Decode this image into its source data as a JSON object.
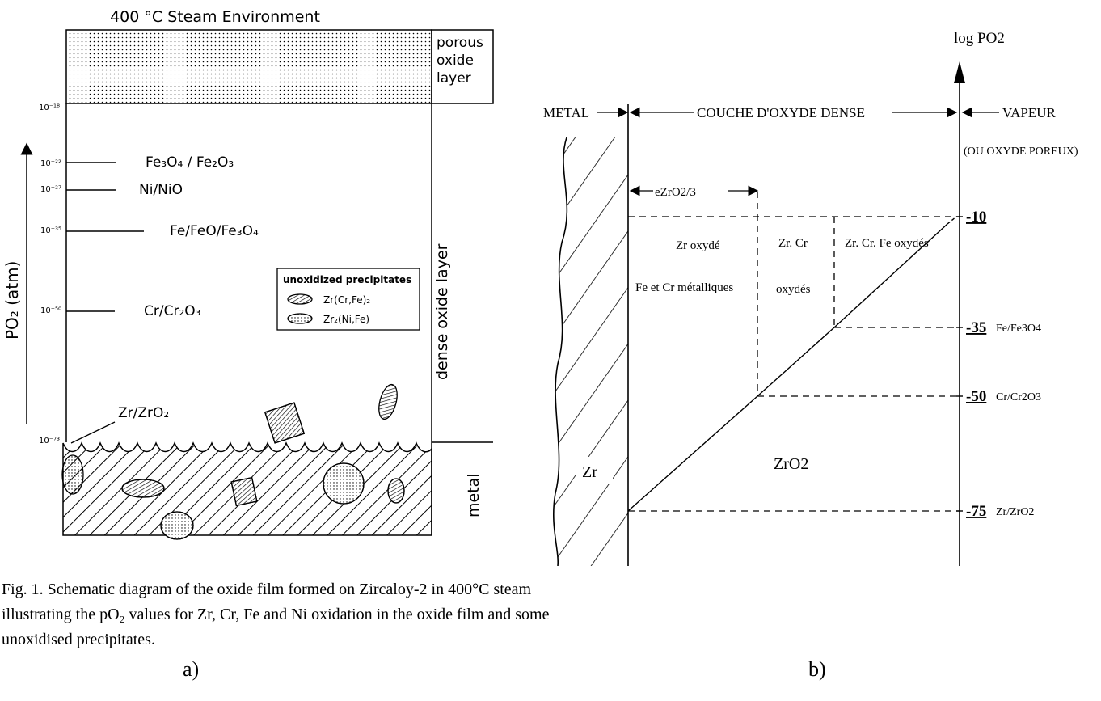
{
  "panel_a": {
    "title": "400 °C Steam Environment",
    "right_labels": {
      "porous": [
        "porous",
        "oxide",
        "layer"
      ],
      "dense": "dense oxide layer",
      "metal": "metal"
    },
    "y_axis_label": "PO₂ (atm)",
    "pressure_ticks": [
      {
        "text": "10⁻¹⁸"
      },
      {
        "text": "10⁻²²"
      },
      {
        "text": "10⁻²⁷"
      },
      {
        "text": "10⁻³⁵"
      },
      {
        "text": "10⁻⁵⁰"
      },
      {
        "text": "10⁻⁷³"
      }
    ],
    "equilibria": [
      {
        "text": "Fe₃O₄ / Fe₂O₃"
      },
      {
        "text": "Ni/NiO"
      },
      {
        "text": "Fe/FeO/Fe₃O₄"
      },
      {
        "text": "Cr/Cr₂O₃"
      },
      {
        "text": "Zr/ZrO₂"
      }
    ],
    "legend": {
      "title": "unoxidized precipitates",
      "items": [
        "Zr(Cr,Fe)₂",
        "Zr₂(Ni,Fe)"
      ]
    }
  },
  "caption": "Fig. 1. Schematic diagram of the oxide film formed on Zircaloy-2 in 400°C steam illustrating the pO₂ values for Zr, Cr, Fe and Ni oxidation in the oxide film and some unoxidised precipitates.",
  "label_a": "a)",
  "panel_b": {
    "axis_title": "log PO2",
    "header": {
      "metal": "METAL",
      "dense": "COUCHE D'OXYDE DENSE",
      "vapeur": "VAPEUR",
      "vapeur_sub": "(OU OXYDE POREUX)"
    },
    "thickness": "eZrO2/3",
    "regions": {
      "zr_ox": [
        "Zr oxydé",
        "Fe et Cr métalliques"
      ],
      "zrcr": [
        "Zr. Cr",
        "oxydés"
      ],
      "zrcrfe": "Zr. Cr. Fe oxydés",
      "zr": "Zr",
      "zro2": "ZrO2"
    },
    "levels": [
      {
        "value": "-10",
        "label": ""
      },
      {
        "value": "-35",
        "label": "Fe/Fe3O4"
      },
      {
        "value": "-50",
        "label": "Cr/Cr2O3"
      },
      {
        "value": "-75",
        "label": "Zr/ZrO2"
      }
    ]
  },
  "label_b": "b)"
}
